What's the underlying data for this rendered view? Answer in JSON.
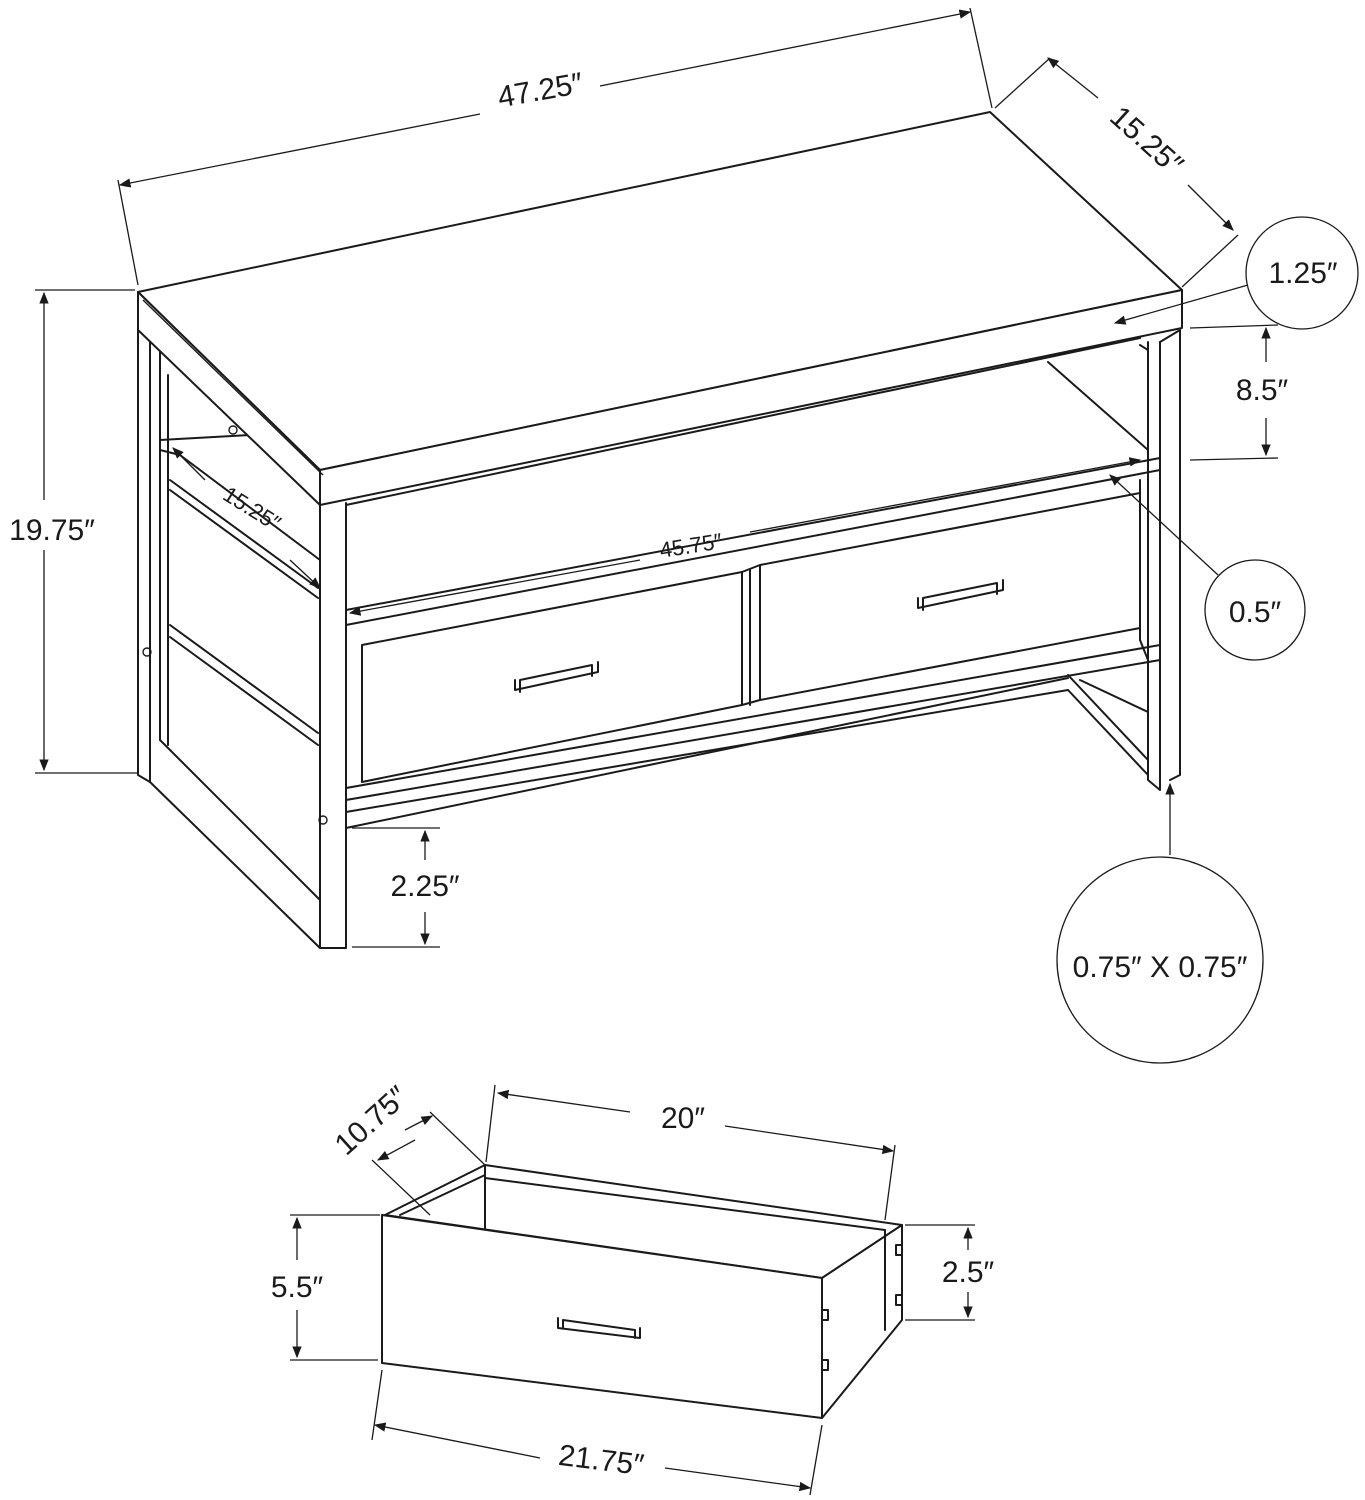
{
  "dimensions": {
    "top_width": "47.25″",
    "top_depth": "15.25″",
    "top_thickness": "1.25″",
    "shelf_gap": "8.5″",
    "total_height": "19.75″",
    "inner_depth": "15.25″",
    "shelf_width": "45.75″",
    "shelf_thickness": "0.5″",
    "floor_clearance": "2.25″",
    "leg_size": "0.75″ X 0.75″",
    "drawer_depth": "10.75″",
    "drawer_width": "20″",
    "drawer_front_height": "5.5″",
    "drawer_side_height": "2.5″",
    "drawer_front_width": "21.75″"
  }
}
